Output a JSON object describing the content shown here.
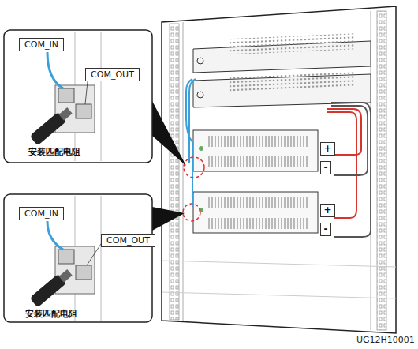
{
  "diagram": {
    "nodes": [
      {
        "text": [
          "COM_IN"
        ]
      },
      {
        "text": [
          "COM_OUT"
        ]
      },
      {
        "text": [
          "COM_IN"
        ]
      },
      {
        "text": [
          "COM_OUT"
        ]
      },
      {
        "text": [
          "+"
        ]
      },
      {
        "text": [
          "-"
        ]
      },
      {
        "text": [
          "+"
        ]
      },
      {
        "text": [
          "-"
        ]
      }
    ],
    "labels": [
      "安装匹配电阻",
      "安装匹配电阻",
      "UG12H10001"
    ]
  }
}
